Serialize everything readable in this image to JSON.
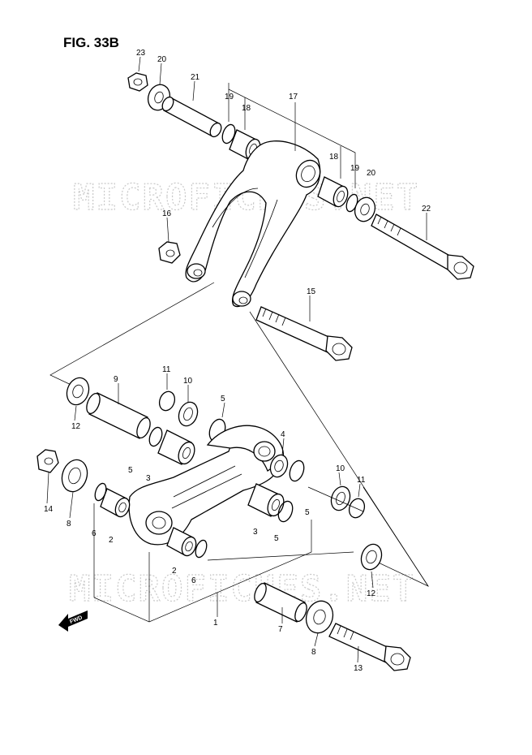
{
  "figure": {
    "title": "FIG. 33B"
  },
  "watermark": {
    "text": "MICROFICHES.NET"
  },
  "fwd_label": "FWD",
  "callouts": [
    "23",
    "20",
    "21",
    "19",
    "18",
    "17",
    "18",
    "19",
    "20",
    "22",
    "16",
    "15",
    "11",
    "9",
    "10",
    "5",
    "12",
    "4",
    "5",
    "3",
    "10",
    "11",
    "14",
    "8",
    "6",
    "2",
    "3",
    "5",
    "5",
    "2",
    "6",
    "12",
    "1",
    "7",
    "8",
    "13"
  ]
}
